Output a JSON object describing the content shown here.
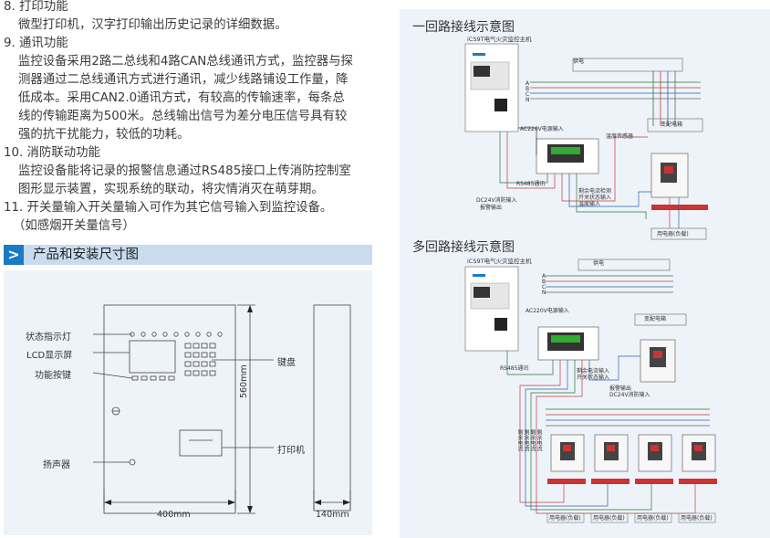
{
  "features": [
    {
      "title": "8. 打印功能",
      "lines": [
        "微型打印机，汉字打印输出历史记录的详细数据。"
      ]
    },
    {
      "title": "9. 通讯功能",
      "lines": [
        "监控设备采用2路二总线和4路CAN总线通讯方式，监控器与探",
        "测器通过二总线通讯方式进行通讯，减少线路铺设工作量，降",
        "低成本。采用CAN2.0通讯方式，有较高的传输速率，每条总",
        "线的传输距离为500米。总线输出信号为差分电压信号具有较",
        "强的抗干扰能力，较低的功耗。"
      ]
    },
    {
      "title": "10. 消防联动功能",
      "lines": [
        "监控设备能将记录的报警信息通过RS485接口上传消防控制室",
        "图形显示装置，实现系统的联动，将灾情消灭在萌芽期。"
      ]
    },
    {
      "title": "11. 开关量输入开关量输入可作为其它信号输入到监控设备。",
      "lines": [
        "（如感烟开关量信号）"
      ]
    }
  ],
  "section": {
    "title": "产品和安装尺寸图",
    "arrow": ">"
  },
  "dimension_drawing": {
    "labels": {
      "status_light": "状态指示灯",
      "lcd": "LCD显示屏",
      "func_keys": "功能按键",
      "keyboard": "键盘",
      "printer": "打印机",
      "speaker": "扬声器"
    },
    "width": "400mm",
    "height": "560mm",
    "depth": "140mm"
  },
  "diagram_single": {
    "title": "一回路接线示意图",
    "host": "iCS9T电气火灾监控主机",
    "supply": "供电",
    "phases": [
      "A",
      "B",
      "C",
      "N"
    ],
    "ac_power": "AC220V电源输入",
    "temp_sensor": "温度传感器",
    "cabinet": "变配电箱",
    "rs485": "RS485通讯",
    "dc24": "DC24V消防输入",
    "alarm_out": "报警输出",
    "inputs": [
      "剩余电流检测",
      "开关状态输入",
      "温度输入"
    ],
    "consumer": "用电器(负载)"
  },
  "diagram_multi": {
    "title": "多回路接线示意图",
    "host": "iCS9T电气火灾监控主机",
    "supply": "供电",
    "phases": [
      "A",
      "B",
      "C",
      "N"
    ],
    "ac_power": "AC220V电源输入",
    "cabinet": "变配电箱",
    "rs485": "RS485通讯",
    "alarm_out": "报警输出",
    "dc24": "DC24V消防输入",
    "inputs": [
      "剩余电流输入",
      "开关状态输入"
    ],
    "vertical_labels": [
      "剩余电流",
      "剩余电流",
      "剩余电流",
      "剩余电流"
    ],
    "consumers": [
      "用电器(负载)",
      "用电器(负载)",
      "用电器(负载)",
      "用电器(负载)"
    ]
  },
  "colors": {
    "section_bar": "#c9dcef",
    "arrow": "#1a7bc4",
    "panel": "#eef3fa"
  }
}
